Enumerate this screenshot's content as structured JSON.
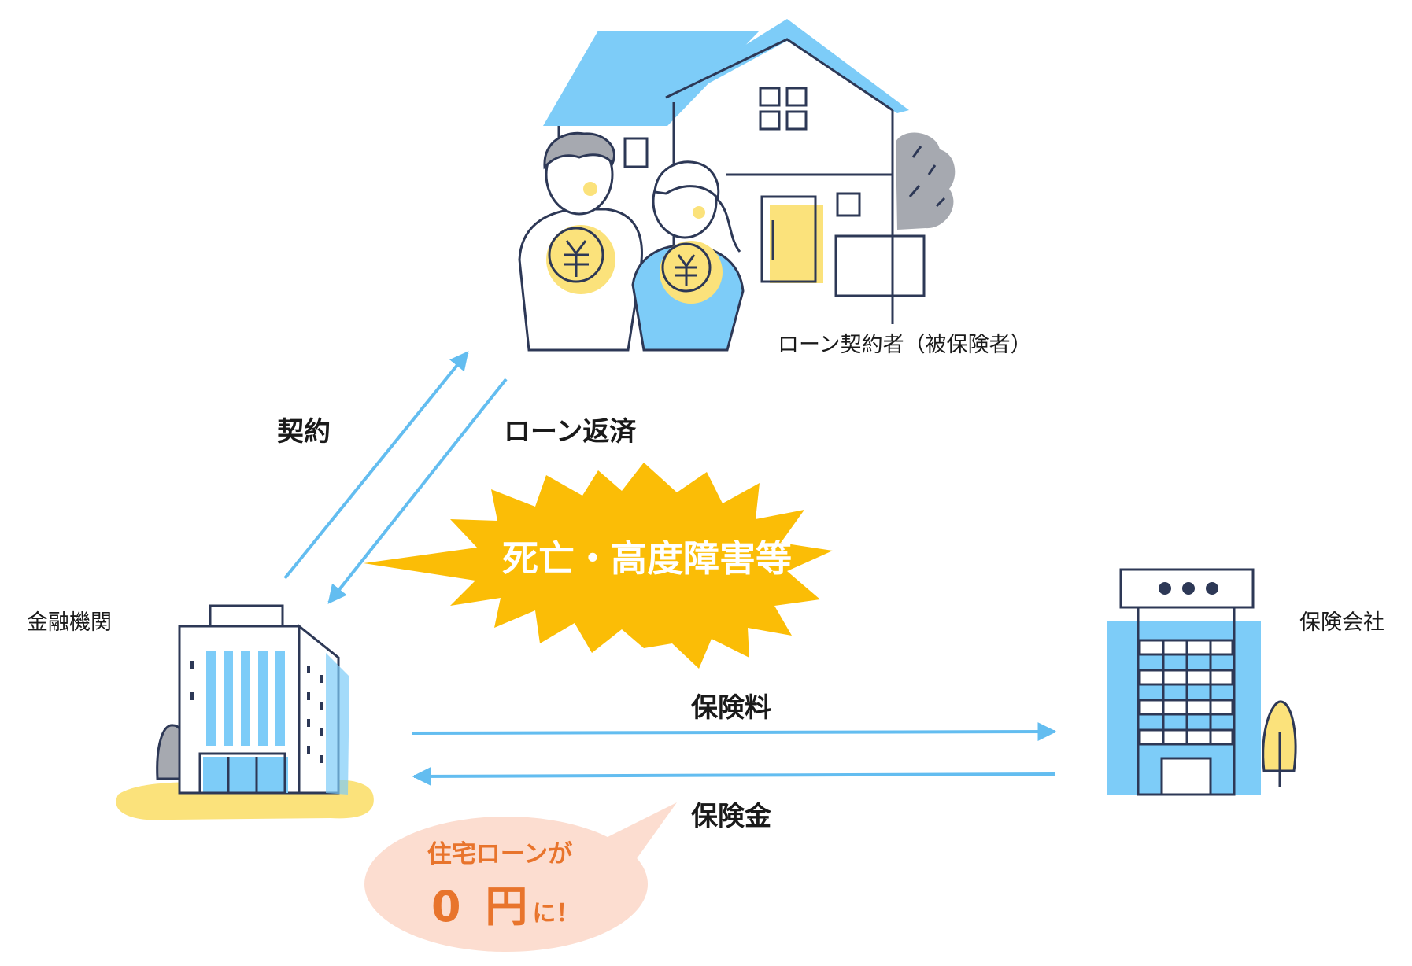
{
  "borrower": {
    "label": "ローン契約者（被保険者）"
  },
  "bank": {
    "label": "金融機関"
  },
  "insurer": {
    "label": "保険会社"
  },
  "flows": {
    "contract": "契約",
    "repayment": "ローン返済",
    "premium": "保険料",
    "payout": "保険金"
  },
  "event": {
    "label": "死亡・高度障害等"
  },
  "result": {
    "line1": "住宅ローンが",
    "amount": "0 円",
    "suffix": "に！"
  },
  "colors": {
    "accent_blue": "#7dccf8",
    "arrow_blue": "#63bdf0",
    "burst_yellow": "#fbbd06",
    "bubble_peach": "#fcddd0",
    "bubble_text": "#e8742c",
    "ground_yellow": "#fbe27b",
    "outline_navy": "#2d3856",
    "tree_gray": "#a6a9b0"
  },
  "icons": [
    "house-icon",
    "couple-icon",
    "yen-coin-icon",
    "bank-building-icon",
    "insurance-building-icon",
    "tree-icon"
  ]
}
